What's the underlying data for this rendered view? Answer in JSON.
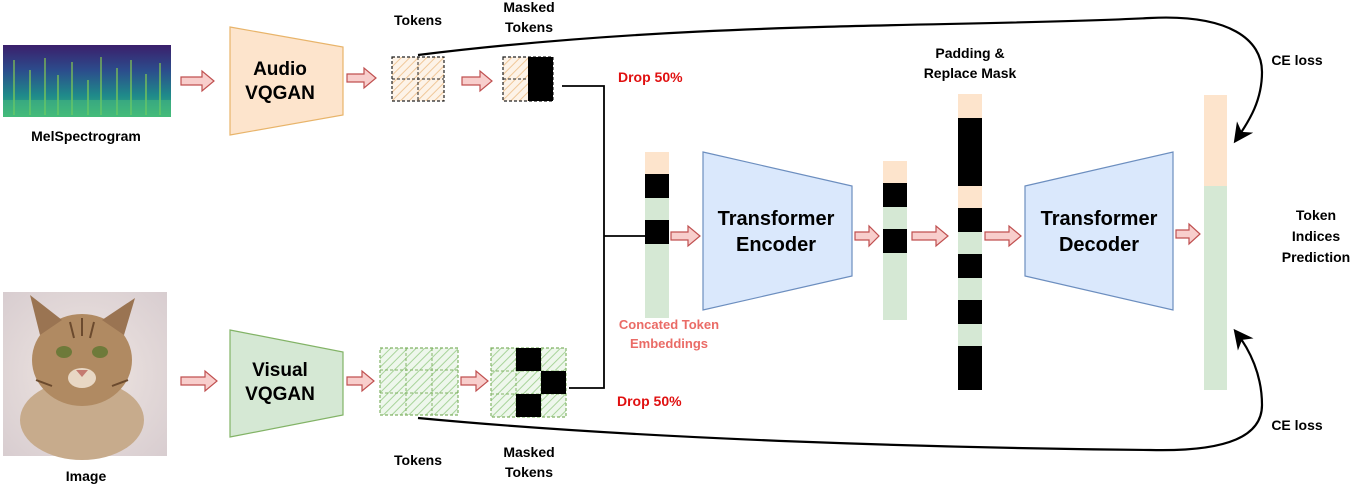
{
  "inputs": {
    "spectrogram_label": "MelSpectrogram",
    "image_label": "Image"
  },
  "audio_branch": {
    "encoder_line1": "Audio",
    "encoder_line2": "VQGAN",
    "tokens_label": "Tokens",
    "masked_line1": "Masked",
    "masked_line2": "Tokens",
    "drop_label": "Drop 50%"
  },
  "visual_branch": {
    "encoder_line1": "Visual",
    "encoder_line2": "VQGAN",
    "tokens_label": "Tokens",
    "masked_line1": "Masked",
    "masked_line2": "Tokens",
    "drop_label": "Drop 50%"
  },
  "concat": {
    "line1": "Concated Token",
    "line2": "Embeddings"
  },
  "encoder": {
    "line1": "Transformer",
    "line2": "Encoder"
  },
  "padding": {
    "line1": "Padding &",
    "line2": "Replace Mask"
  },
  "decoder": {
    "line1": "Transformer",
    "line2": "Decoder"
  },
  "output": {
    "line1": "Token",
    "line2": "Indices",
    "line3": "Prediction"
  },
  "losses": {
    "top": "CE loss",
    "bottom": "CE loss"
  },
  "colors": {
    "audio_fill": "#fde4cc",
    "audio_stroke": "#e8b46a",
    "visual_fill": "#d5e8d4",
    "visual_stroke": "#82b366",
    "transformer_fill": "#dae8fc",
    "transformer_stroke": "#6c8ebf",
    "drop_text": "#e01010",
    "concat_text": "#ea6b66",
    "arrow_fill": "#f8cecc",
    "arrow_stroke": "#c05050"
  }
}
